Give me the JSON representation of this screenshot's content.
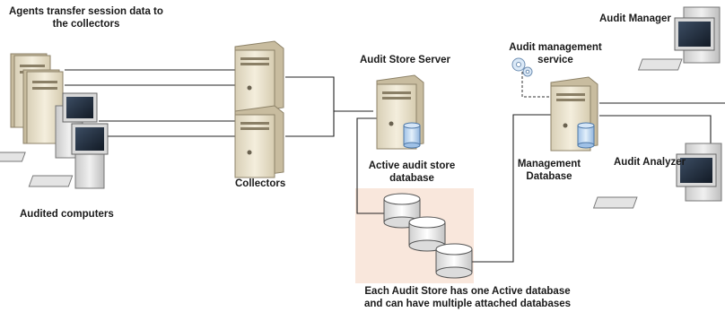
{
  "labels": {
    "agents_transfer": [
      "Agents transfer session data to",
      "the collectors"
    ],
    "audited_computers": "Audited computers",
    "collectors": "Collectors",
    "audit_store_server": "Audit Store Server",
    "active_audit_store_db": [
      "Active audit store",
      "database"
    ],
    "audit_management_service": [
      "Audit management",
      "service"
    ],
    "management_database": [
      "Management",
      "Database"
    ],
    "audit_manager": "Audit Manager",
    "audit_analyzer": "Audit Analyzer",
    "caption": [
      "Each Audit Store has one Active database",
      "and can have multiple attached databases"
    ]
  },
  "colors": {
    "connector": "#222222",
    "server_body": "#e9e1cc",
    "server_side": "#c8bc9f",
    "monitor_body": "#d9d9d9",
    "screen": "#1f2b3a",
    "db_blue": "#bcd6f0",
    "db_gray": "#eeeeee",
    "highlight": "#f9e7dc"
  }
}
